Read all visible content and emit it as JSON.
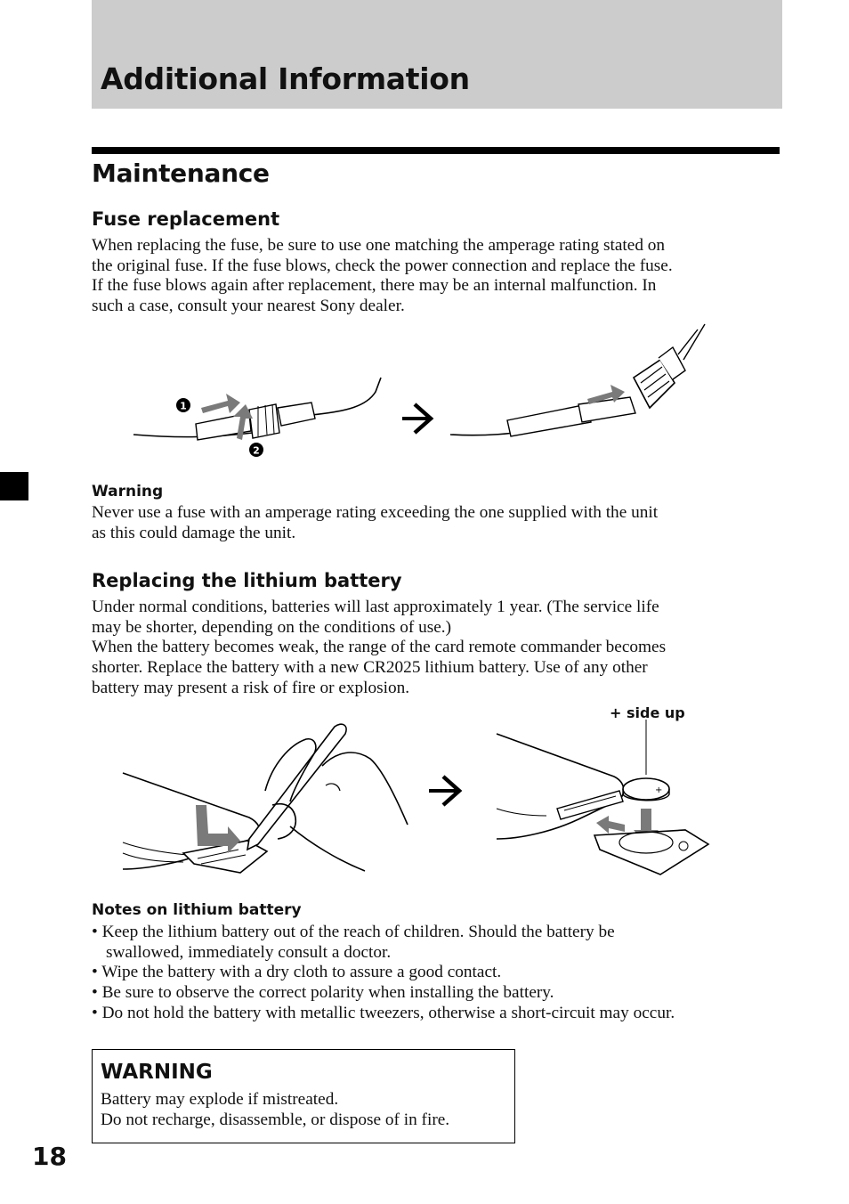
{
  "header": {
    "title": "Additional Information"
  },
  "section": {
    "title": "Maintenance"
  },
  "fuse": {
    "heading": "Fuse replacement",
    "body": [
      "When replacing the fuse, be sure to use one matching the amperage rating stated on",
      "the original fuse. If the fuse blows, check the power connection and replace the fuse.",
      "If the fuse blows again after replacement, there may be an internal malfunction. In",
      "such a case, consult your nearest Sony dealer."
    ],
    "figure_icons": [
      "circled-1-icon",
      "circled-2-icon",
      "arrow-right-icon"
    ]
  },
  "warning1": {
    "heading": "Warning",
    "body": [
      "Never use a fuse with an amperage rating exceeding the one supplied with the unit",
      "as this could damage the unit."
    ]
  },
  "battery": {
    "heading": "Replacing the lithium battery",
    "body": [
      "Under normal conditions, batteries will last approximately 1 year. (The service life",
      "may be shorter, depending on the conditions of use.)",
      "When the battery becomes weak, the range of the card remote commander becomes",
      "shorter. Replace the battery with a new CR2025 lithium battery. Use of any other",
      "battery may present a risk of fire or explosion."
    ],
    "figure_callout": "+ side up"
  },
  "notes": {
    "heading": "Notes on lithium battery",
    "items": [
      {
        "line1": "• Keep the lithium battery out of the reach of children. Should the battery be",
        "line2": "swallowed, immediately consult a doctor."
      },
      {
        "line1": "• Wipe the battery with a dry cloth to assure a good contact.",
        "line2": ""
      },
      {
        "line1": "• Be sure to observe the correct polarity when installing the battery.",
        "line2": ""
      },
      {
        "line1": "• Do not hold the battery with metallic tweezers, otherwise a short-circuit may occur.",
        "line2": ""
      }
    ]
  },
  "warning_box": {
    "title": "WARNING",
    "lines": [
      "Battery may explode if mistreated.",
      "Do not recharge, disassemble, or dispose of in fire."
    ]
  },
  "page_number": "18"
}
